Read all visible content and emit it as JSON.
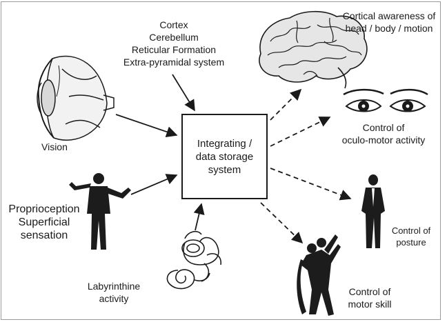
{
  "center": {
    "lines": [
      "Integrating /",
      "data storage",
      "system"
    ]
  },
  "inputs": {
    "brain_parts": [
      "Cortex",
      "Cerebellum",
      "Reticular Formation",
      "Extra-pyramidal system"
    ],
    "vision": "Vision",
    "proprioception": [
      "Proprioception",
      "Superficial",
      "sensation"
    ],
    "labyrinthine": [
      "Labyrinthine",
      "activity"
    ]
  },
  "outputs": {
    "cortical": [
      "Cortical awareness of",
      "head / body / motion"
    ],
    "oculo": [
      "Control of",
      "oculo-motor activity"
    ],
    "posture": [
      "Control of",
      "posture"
    ],
    "motor": [
      "Control of",
      "motor skill"
    ]
  },
  "arrow_styles": {
    "input": "solid",
    "output": "dashed"
  },
  "icons": [
    "eye-icon",
    "brain-icon",
    "eyes-icon",
    "person-arms-out-icon",
    "inner-ear-icon",
    "standing-man-icon",
    "dancing-couple-icon"
  ],
  "colors": {
    "line": "#1a1a1a",
    "silhouette": "#1c1c1c",
    "frame": "#9a9a9a"
  }
}
